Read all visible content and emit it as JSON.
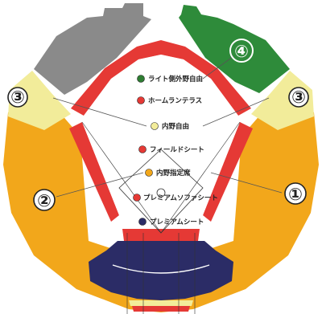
{
  "sections": [
    {
      "id": "1",
      "number": "①"
    },
    {
      "id": "2",
      "number": "②"
    },
    {
      "id": "3-left",
      "number": "③"
    },
    {
      "id": "3-right",
      "number": "③"
    },
    {
      "id": "4",
      "number": "④"
    }
  ],
  "legend": [
    {
      "label": "ライト側外野自由",
      "color": "#2e7d32"
    },
    {
      "label": "ホームランテラス",
      "color": "#e53935"
    },
    {
      "label": "内野自由",
      "color": "#f2ec9a"
    },
    {
      "label": "フィールドシート",
      "color": "#e53935"
    },
    {
      "label": "内野指定席",
      "color": "#f2a71b"
    },
    {
      "label": "プレミアムソファシート",
      "color": "#e53935"
    },
    {
      "label": "プレミアムシート",
      "color": "#2b2c66"
    }
  ],
  "colors": {
    "outfield_gray": "#8a8a8a",
    "outfield_green": "#2e8b3a",
    "infield_yellow": "#f2ec9a",
    "infield_orange": "#f2a71b",
    "terrace_red": "#e53935",
    "premium_navy": "#2b2c66"
  }
}
